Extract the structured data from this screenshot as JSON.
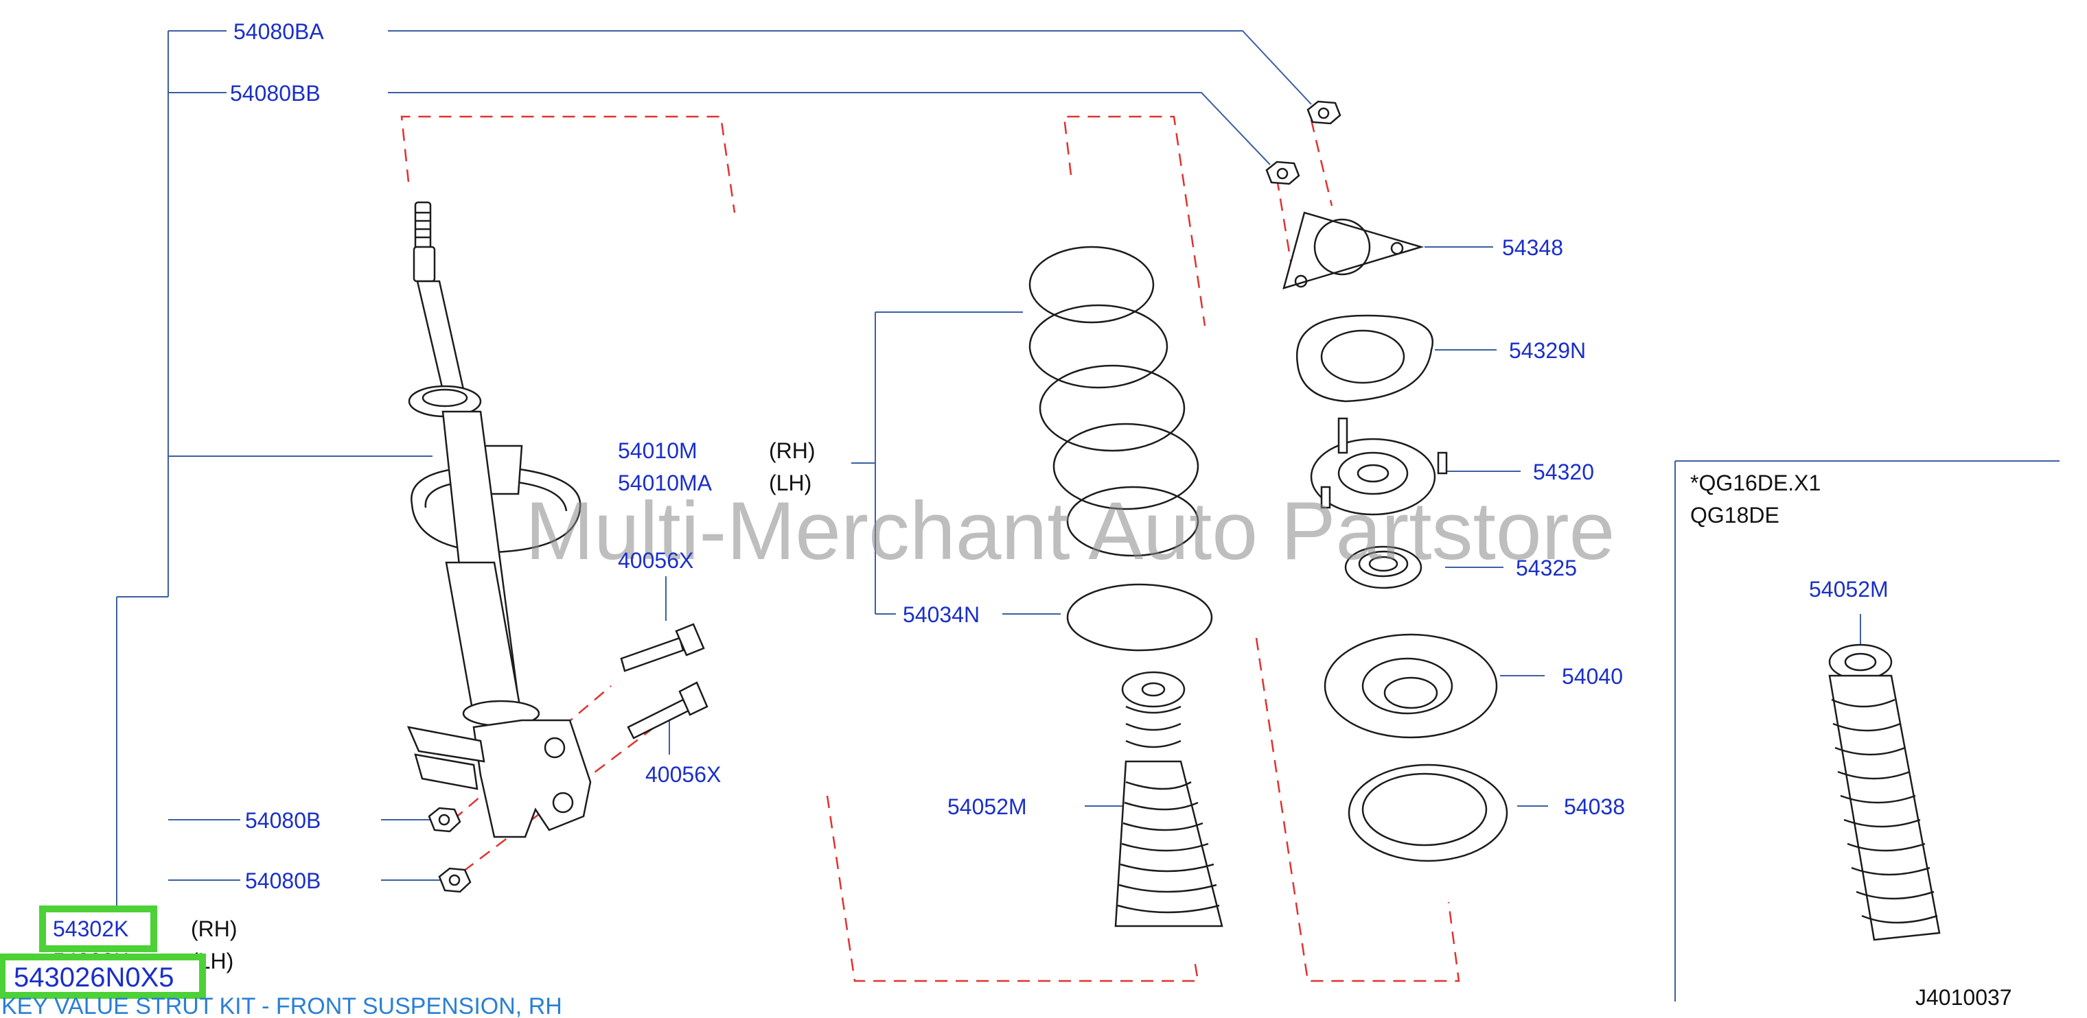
{
  "watermark": "Multi-Merchant Auto Partstore",
  "diagram_id": "J4010037",
  "caption": "KEY VALUE STRUT KIT - FRONT SUSPENSION, RH",
  "highlighted_part": "543026N0X5",
  "variant_note": {
    "line1": "*QG16DE.X1",
    "line2": "QG18DE"
  },
  "labels": {
    "p54080BA": "54080BA",
    "p54080BB": "54080BB",
    "p54010M": "54010M",
    "p54010MA": "54010MA",
    "rh": "(RH)",
    "lh": "(LH)",
    "p40056X_a": "40056X",
    "p40056X_b": "40056X",
    "p54034N": "54034N",
    "p54080B_a": "54080B",
    "p54080B_b": "54080B",
    "p54302K": "54302K",
    "p54303K": "54303K",
    "p54302K_side": "(RH)",
    "p54303K_side": "(LH)",
    "p54348": "54348",
    "p54329N": "54329N",
    "p54320": "54320",
    "p54325": "54325",
    "p54040": "54040",
    "p54038": "54038",
    "p54052M": "54052M",
    "p54052M_alt": "54052M"
  },
  "colors": {
    "label_blue": "#1a2fc8",
    "leader_blue": "#3b5fa0",
    "dash_red": "#e0322f",
    "highlight_green": "#4cd137",
    "caption_blue": "#2a7fd4"
  }
}
